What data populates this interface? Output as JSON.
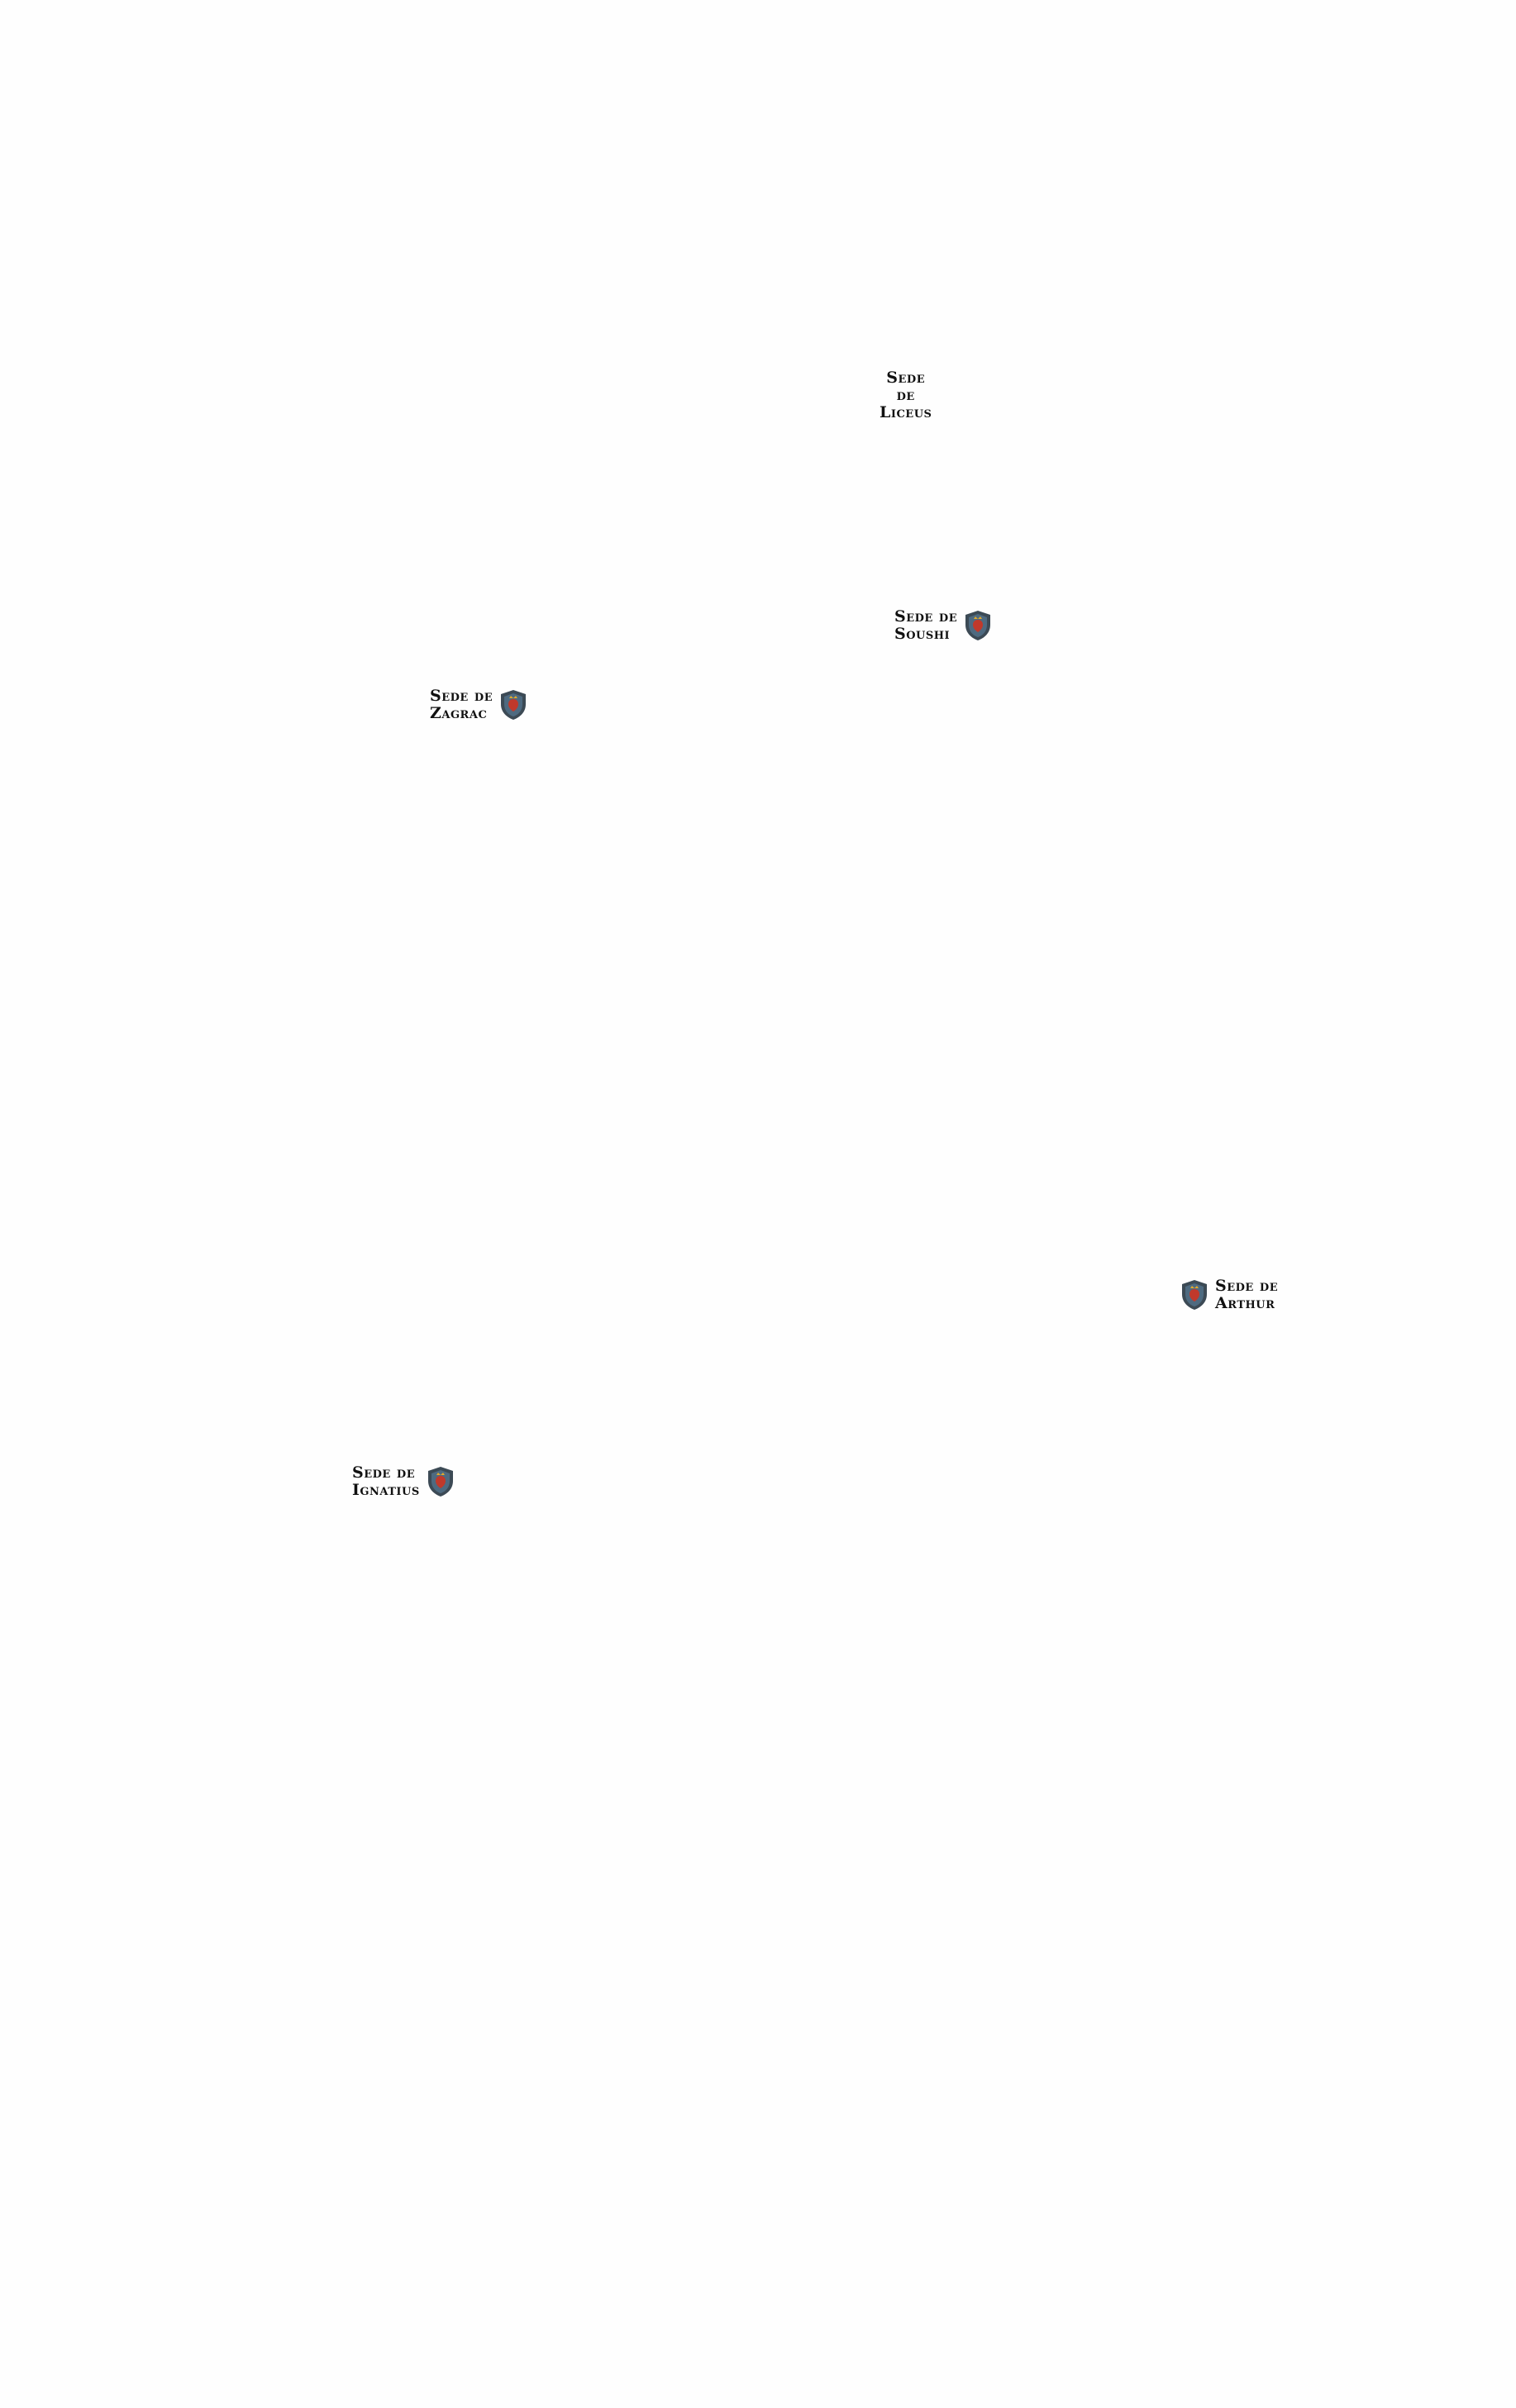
{
  "map": {
    "background": "#fefefe",
    "markers": [
      {
        "id": "liceus",
        "label": "Sede\nde\nLiceus",
        "has_shield": false
      },
      {
        "id": "soushi",
        "label": "Sede de\nSoushi",
        "has_shield": true
      },
      {
        "id": "zagrac",
        "label": "Sede de\nZagrac",
        "has_shield": true
      },
      {
        "id": "arthur",
        "label": "Sede de\nArthur",
        "has_shield": true
      },
      {
        "id": "ignatius",
        "label": "Sede de\nIgnatius",
        "has_shield": true
      }
    ]
  },
  "icons": {
    "shield": "shield-crest-icon"
  },
  "colors": {
    "shield_outer": "#3c4a55",
    "shield_inner": "#4e6a80",
    "shield_emblem": "#c0392b",
    "shield_crown": "#e2a92b",
    "label_text": "#111111"
  }
}
